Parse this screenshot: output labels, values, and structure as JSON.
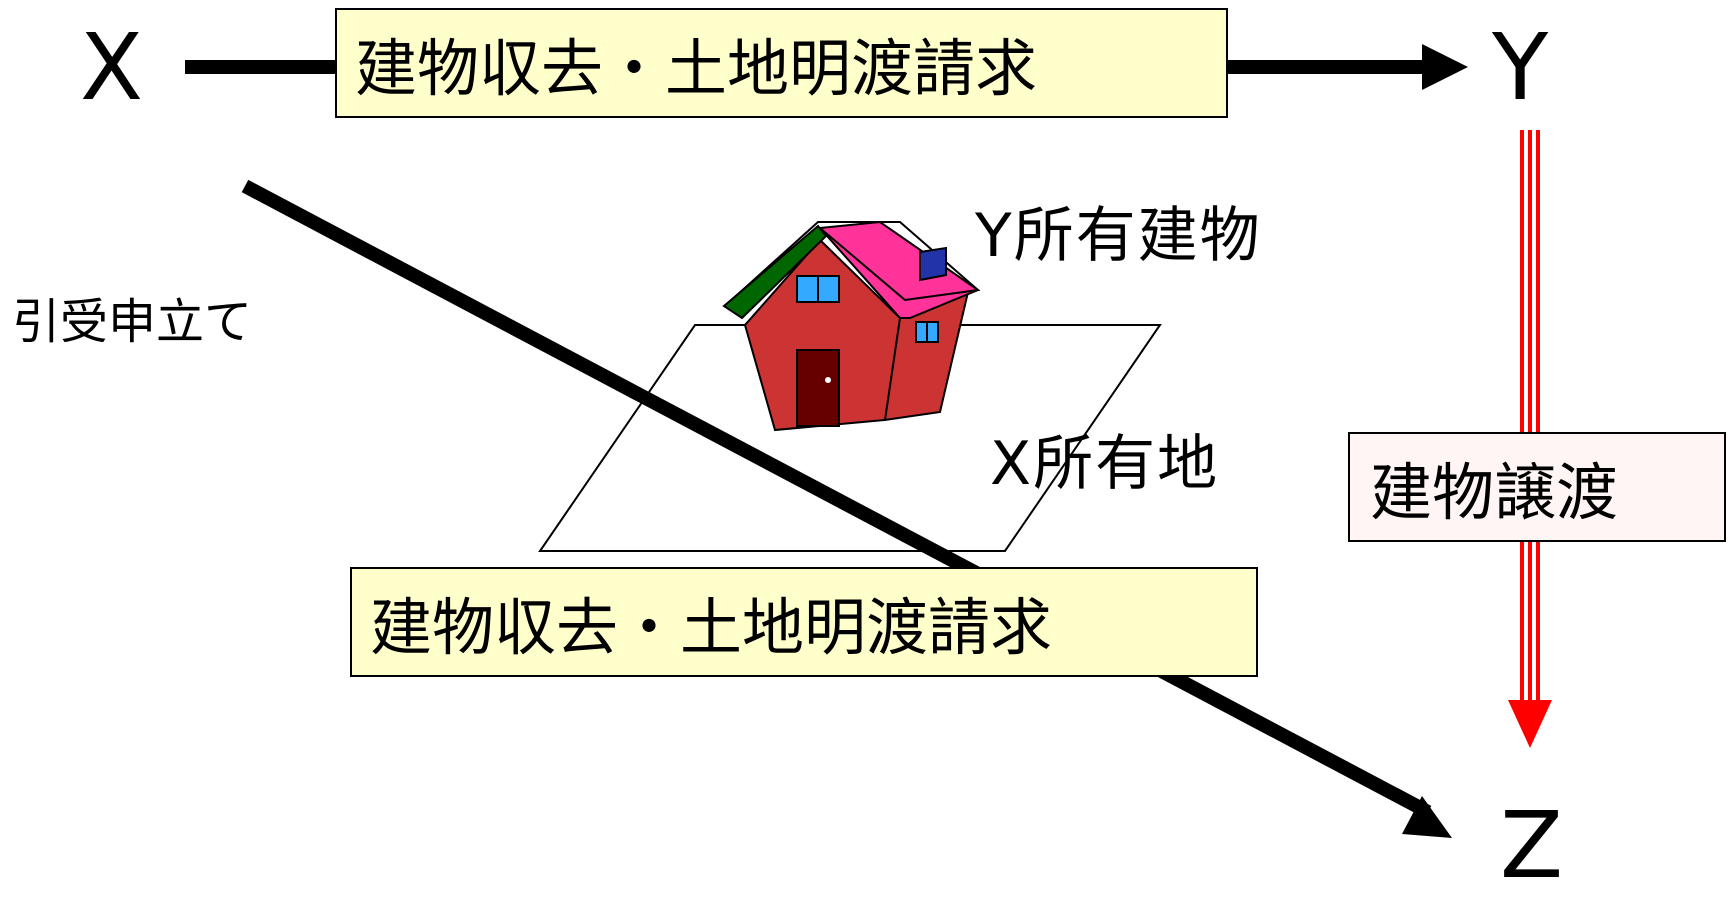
{
  "parties": {
    "x": "X",
    "y": "Y",
    "z": "Z"
  },
  "claim_top": "建物収去・土地明渡請求",
  "claim_bottom": "建物収去・土地明渡請求",
  "transfer": "建物譲渡",
  "intervention": "引受申立て",
  "building_owner": "Y所有建物",
  "land_owner": "X所有地",
  "colors": {
    "claim_box_fill": "#ffffcc",
    "transfer_box_fill": "#fff5f5",
    "transfer_arrow": "#ff0000",
    "house_wall": "#cc3333",
    "house_roof": "#ff3399",
    "house_door": "#660000",
    "house_window": "#33aaff",
    "house_eave": "#006600"
  }
}
